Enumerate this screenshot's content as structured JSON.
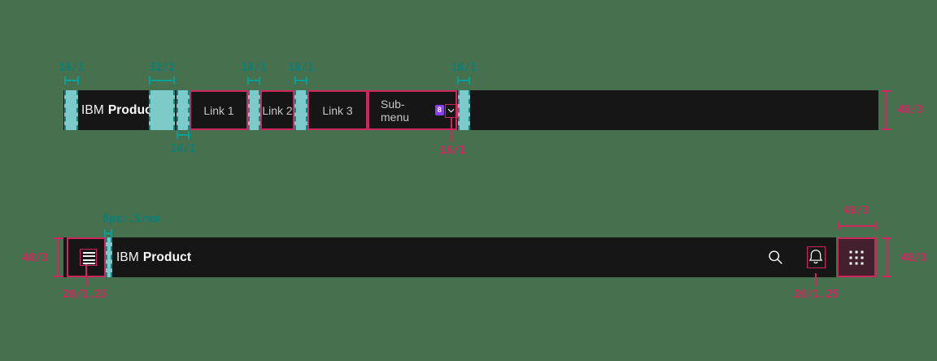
{
  "colors": {
    "background": "#47714E",
    "bar_background": "#161616",
    "teal_fill": "#7CCAC9",
    "teal_annotation": "#0A7E78",
    "pink_annotation": "#D0265E",
    "link_text": "#C6C6C6",
    "badge_purple": "#8A3FFC",
    "switcher_active_bg": "#42202E"
  },
  "annotations": {
    "s16": "16/1",
    "s32": "32/2",
    "s48": "48/3",
    "icon20": "20/1.25",
    "gap8": "8px/.5rem"
  },
  "top_bar": {
    "brand_prefix": "IBM",
    "brand_name": "Product",
    "link1": "Link 1",
    "link2": "Link 2",
    "link3": "Link 3",
    "submenu_label": "Sub-menu",
    "submenu_badge": "8",
    "icons": {
      "chevron": "chevron-down-icon"
    }
  },
  "bottom_bar": {
    "brand_prefix": "IBM",
    "brand_name": "Product",
    "icons": {
      "menu": "hamburger-menu-icon",
      "search": "search-icon",
      "notification": "notification-bell-icon",
      "app_switcher": "app-switcher-grid-icon"
    }
  }
}
